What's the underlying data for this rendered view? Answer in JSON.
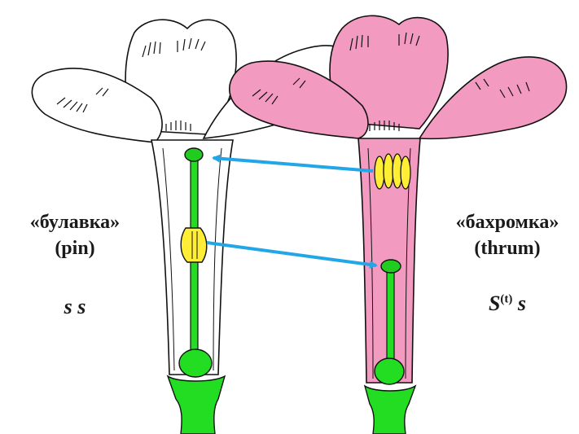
{
  "colors": {
    "petal_pink": "#f29ac0",
    "petal_white": "#ffffff",
    "stem_green": "#22dd22",
    "anther_yellow": "#ffee33",
    "arrow_blue": "#22a6e8",
    "ink": "#111111"
  },
  "labels": {
    "pin": {
      "name_ru": "«булавка»",
      "name_en": "(pin)",
      "genotype": "s s"
    },
    "thrum": {
      "name_ru": "«бахромка»",
      "name_en": "(thrum)",
      "genotype_base": "S",
      "genotype_sup": "(t)",
      "genotype_rest": " s"
    }
  }
}
